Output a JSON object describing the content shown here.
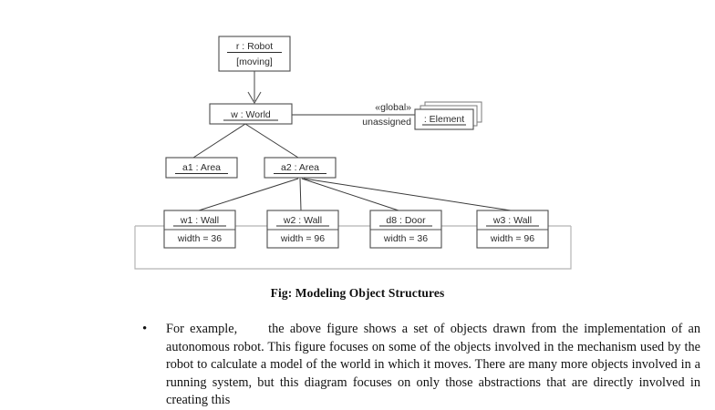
{
  "figure": {
    "caption": "Fig: Modeling Object Structures",
    "nodes": {
      "robot": {
        "name": "r : Robot",
        "state": "[moving]"
      },
      "world": {
        "name": "w : World"
      },
      "element": {
        "name": ": Element"
      },
      "area1": {
        "name": "a1 : Area"
      },
      "area2": {
        "name": "a2 : Area"
      },
      "wall1": {
        "name": "w1 : Wall",
        "attribute": "width = 36"
      },
      "wall2": {
        "name": "w2 : Wall",
        "attribute": "width = 96"
      },
      "door8": {
        "name": "d8 : Door",
        "attribute": "width = 36"
      },
      "wall3": {
        "name": "w3 : Wall",
        "attribute": "width = 96"
      }
    },
    "edges": {
      "global_stereotype": "«global»",
      "unassigned_role": "unassigned"
    }
  },
  "content": {
    "bullet_marker": "•",
    "paragraph_lead": "For example,",
    "paragraph_rest": "the above figure shows a set of objects drawn from the implementation of an autonomous robot. This figure focuses on some of the objects involved in the mechanism used by the robot to calculate a model of the world in which it moves. There are many more objects involved in a running system, but this diagram focuses on only those abstractions that are directly involved in creating this"
  }
}
